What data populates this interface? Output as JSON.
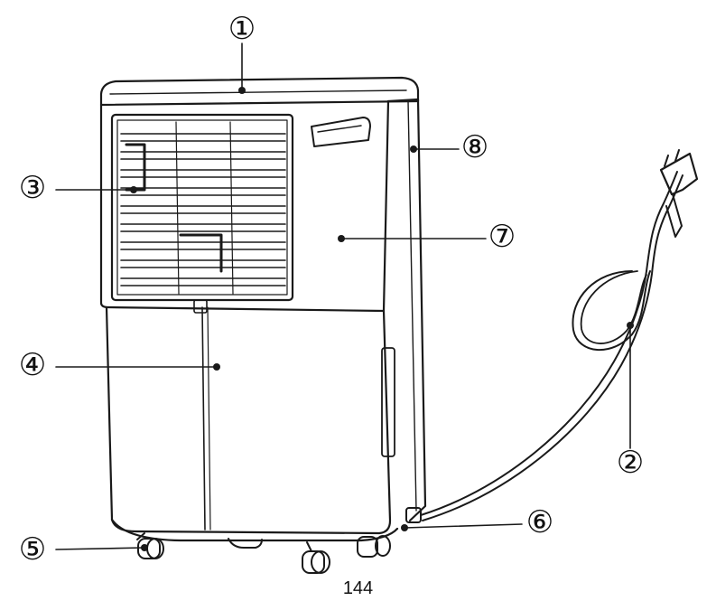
{
  "callouts": [
    {
      "id": "1",
      "label": "①"
    },
    {
      "id": "2",
      "label": "②"
    },
    {
      "id": "3",
      "label": "③"
    },
    {
      "id": "4",
      "label": "④"
    },
    {
      "id": "5",
      "label": "⑤"
    },
    {
      "id": "6",
      "label": "⑥"
    },
    {
      "id": "7",
      "label": "⑦"
    },
    {
      "id": "8",
      "label": "⑧"
    }
  ],
  "page_number": "144"
}
